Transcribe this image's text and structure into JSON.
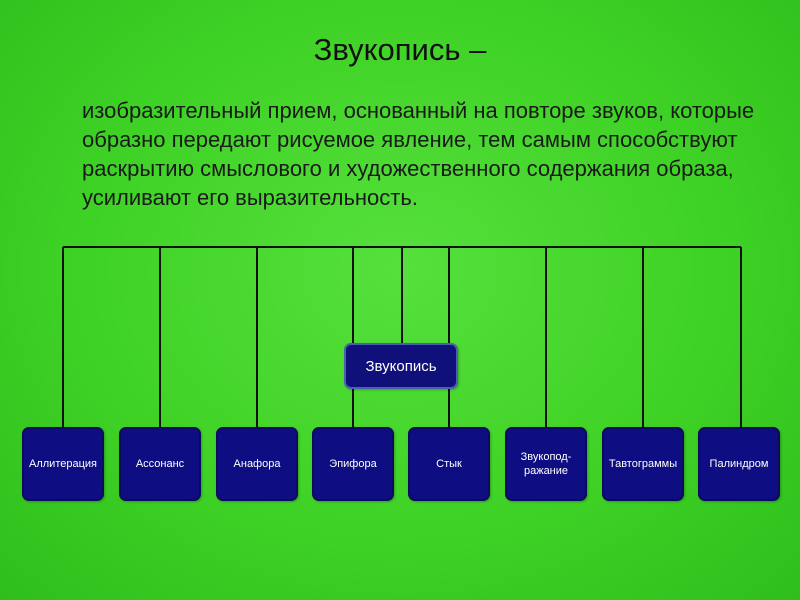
{
  "title": "Звукопись –",
  "definition": "изобразительный прием, основанный на повторе звуков, которые образно передают рисуемое явление, тем самым способствуют раскрытию смыслового и художественного содержания образа, усиливают его выразительность.",
  "diagram": {
    "root": "Звукопись",
    "children": [
      "Аллитерация",
      "Ассонанс",
      "Анафора",
      "Эпифора",
      "Стык",
      "Звукопод-ражание",
      "Тавтограммы",
      "Палиндром"
    ]
  },
  "colors": {
    "background": "#44d52b",
    "node_fill": "#0e0e82",
    "connector": "#111111"
  }
}
